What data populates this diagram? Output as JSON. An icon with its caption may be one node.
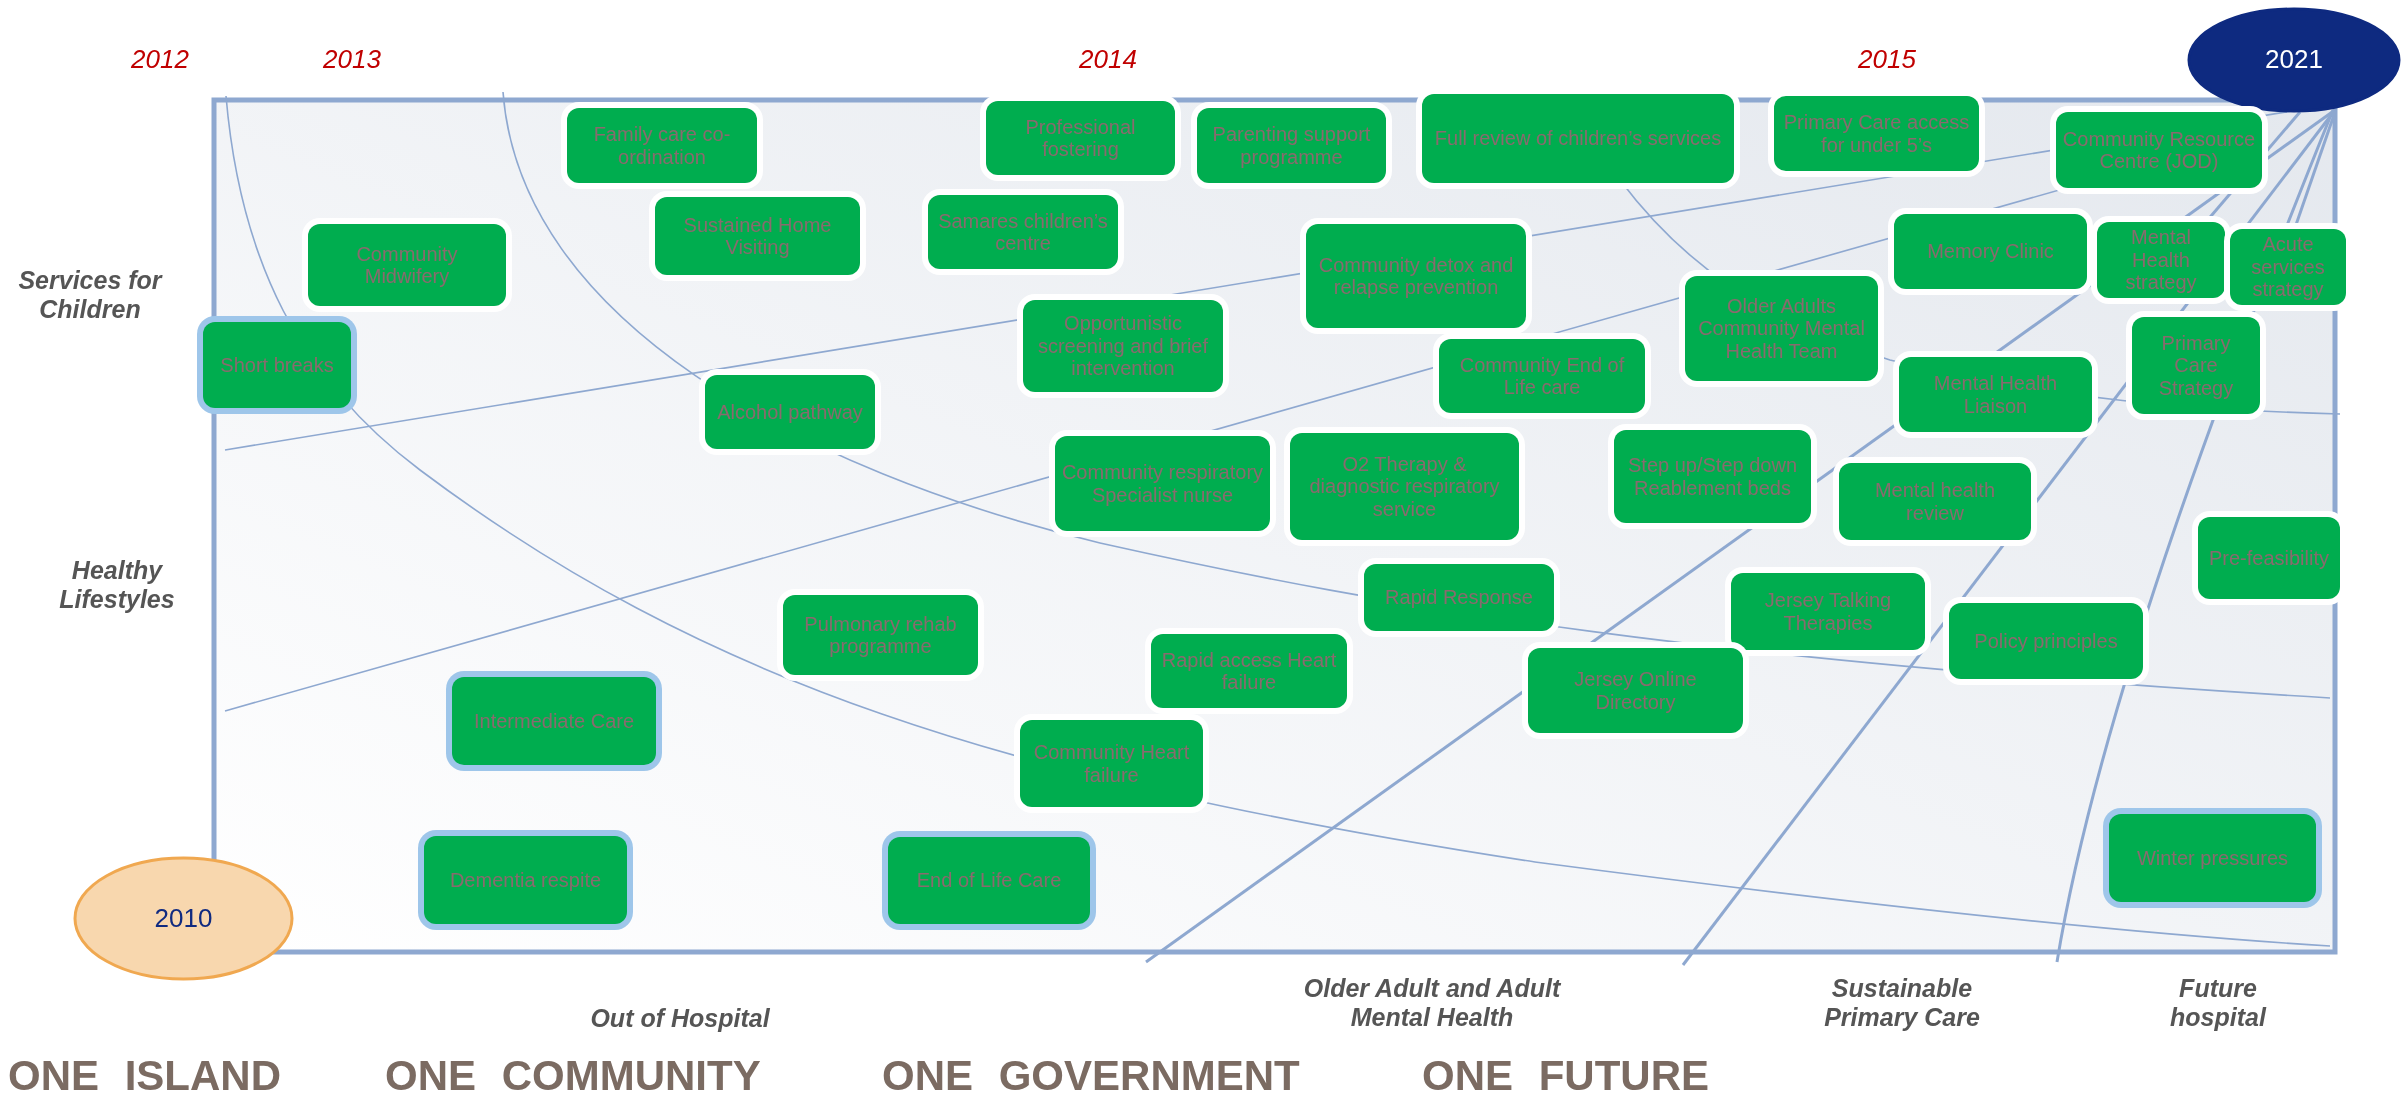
{
  "diagram": {
    "nodes": [
      {
        "text": [
          "2021"
        ]
      },
      {
        "text": [
          "Professional fostering"
        ]
      },
      {
        "text": [
          "Full review of children’s services"
        ]
      },
      {
        "text": [
          "Primary Care access for under 5’s"
        ]
      },
      {
        "text": [
          "Family care co-ordination"
        ]
      },
      {
        "text": [
          "Parenting support programme"
        ]
      },
      {
        "text": [
          "Community Resource Centre (JOD)"
        ]
      },
      {
        "text": [
          "Sustained Home Visiting"
        ]
      },
      {
        "text": [
          "Samares children’s centre"
        ]
      },
      {
        "text": [
          "Community Midwifery"
        ]
      },
      {
        "text": [
          "Memory Clinic"
        ]
      },
      {
        "text": [
          "Mental Health strategy"
        ]
      },
      {
        "text": [
          "Community detox and relapse prevention"
        ]
      },
      {
        "text": [
          "Acute services strategy"
        ]
      },
      {
        "text": [
          "Older Adults Community Mental Health Team"
        ]
      },
      {
        "text": [
          "Opportunistic screening and brief intervention"
        ]
      },
      {
        "text": [
          "Short breaks"
        ]
      },
      {
        "text": [
          "Primary Care Strategy"
        ]
      },
      {
        "text": [
          "Community End of Life care"
        ]
      },
      {
        "text": [
          "Mental Health Liaison"
        ]
      },
      {
        "text": [
          "Alcohol pathway"
        ]
      },
      {
        "text": [
          "Step up/Step down Reablement beds"
        ]
      },
      {
        "text": [
          "O2 Therapy & diagnostic respiratory service"
        ]
      },
      {
        "text": [
          "Community respiratory Specialist nurse"
        ]
      },
      {
        "text": [
          "Mental health review"
        ]
      },
      {
        "text": [
          "Pre-feasibility"
        ]
      },
      {
        "text": [
          "Rapid Response"
        ]
      },
      {
        "text": [
          "Jersey Talking Therapies"
        ]
      },
      {
        "text": [
          "Pulmonary rehab programme"
        ]
      },
      {
        "text": [
          "Policy principles"
        ]
      },
      {
        "text": [
          "Rapid access Heart failure"
        ]
      },
      {
        "text": [
          "Jersey Online Directory"
        ]
      },
      {
        "text": [
          "Intermediate Care"
        ]
      },
      {
        "text": [
          "Community Heart failure"
        ]
      },
      {
        "text": [
          "Winter pressures"
        ]
      },
      {
        "text": [
          "Dementia respite"
        ]
      },
      {
        "text": [
          "End of Life Care"
        ]
      },
      {
        "text": [
          "2010"
        ]
      }
    ],
    "labels": [
      "2012",
      "2013",
      "2014",
      "2015",
      "Services for Children",
      "Healthy Lifestyles",
      "Out of Hospital",
      "Older Adult and Adult Mental Health",
      "Sustainable Primary Care",
      "Future hospital",
      "ONE ISLAND",
      "ONE COMMUNITY",
      "ONE GOVERNMENT",
      "ONE FUTURE"
    ]
  }
}
